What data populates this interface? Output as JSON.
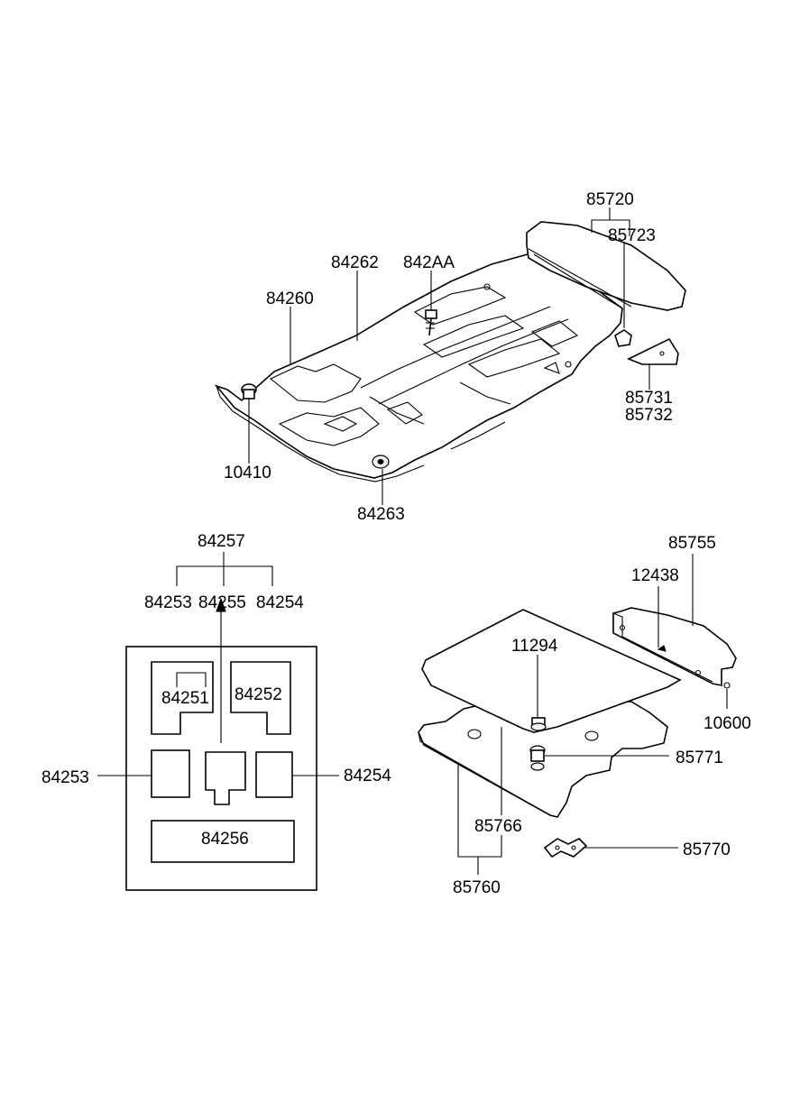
{
  "labels": {
    "l85720": "85720",
    "l85723": "85723",
    "l84262": "84262",
    "l842AA": "842AA",
    "l84260": "84260",
    "l85731": "85731",
    "l85732": "85732",
    "l10410": "10410",
    "l84263": "84263",
    "l84257": "84257",
    "l84253_top": "84253",
    "l84255": "84255",
    "l84254_top": "84254",
    "l84251": "84251",
    "l84252": "84252",
    "l84253": "84253",
    "l84254": "84254",
    "l84256": "84256",
    "l85755": "85755",
    "l12438": "12438",
    "l11294": "11294",
    "l10600": "10600",
    "l85771": "85771",
    "l85766": "85766",
    "l85770": "85770",
    "l85760": "85760"
  }
}
